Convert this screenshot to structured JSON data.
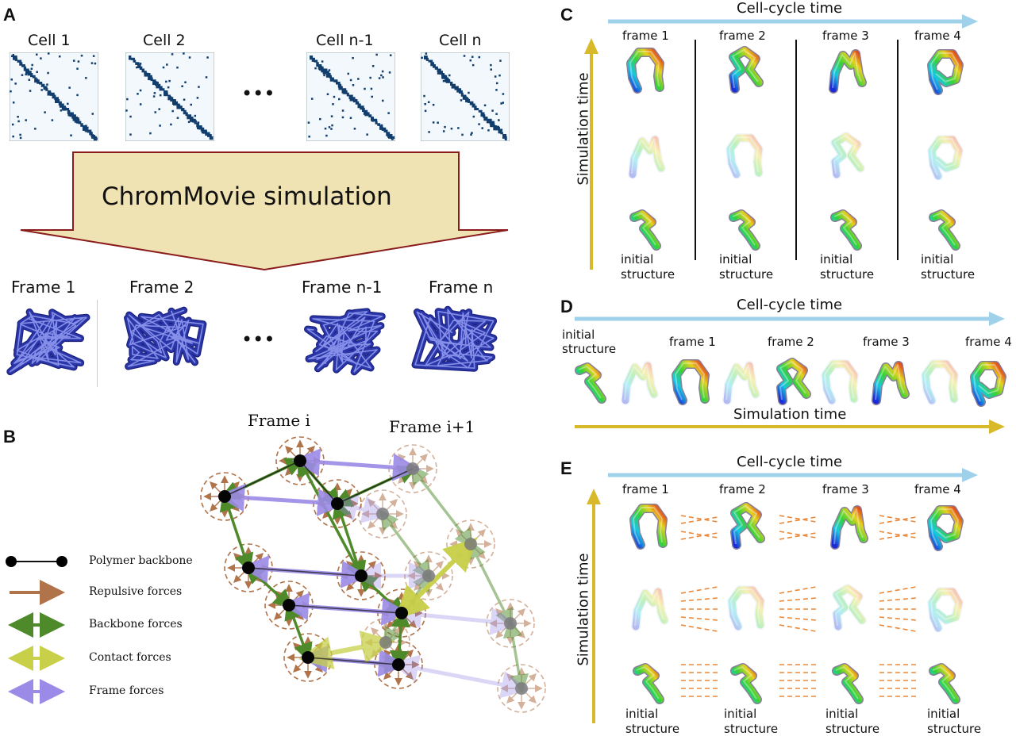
{
  "panels": {
    "a": "A",
    "b": "B",
    "c": "C",
    "d": "D",
    "e": "E"
  },
  "panel_a": {
    "cells": [
      "Cell 1",
      "Cell 2",
      "Cell n-1",
      "Cell n"
    ],
    "ellipsis": "•••",
    "banner": "ChromMovie simulation",
    "frames": [
      "Frame 1",
      "Frame 2",
      "Frame n-1",
      "Frame n"
    ]
  },
  "panel_b": {
    "frame_i": "Frame i",
    "frame_i1": "Frame i+1",
    "legend": [
      "Polymer backbone",
      "Repulsive forces",
      "Backbone forces",
      "Contact forces",
      "Frame forces"
    ]
  },
  "panel_c": {
    "top_axis": "Cell-cycle time",
    "side_axis": "Simulation time",
    "frames": [
      "frame 1",
      "frame 2",
      "frame 3",
      "frame 4"
    ],
    "initial": "initial",
    "structure": "structure"
  },
  "panel_d": {
    "top_axis": "Cell-cycle time",
    "bottom_axis": "Simulation time",
    "initial": "initial",
    "structure": "structure",
    "frames": [
      "frame 1",
      "frame 2",
      "frame 3",
      "frame 4"
    ]
  },
  "panel_e": {
    "top_axis": "Cell-cycle time",
    "side_axis": "Simulation time",
    "frames": [
      "frame 1",
      "frame 2",
      "frame 3",
      "frame 4"
    ],
    "initial": "initial",
    "structure": "structure"
  },
  "colors": {
    "cell_cycle_arrow": "#9fd2ea",
    "simulation_arrow": "#d8b92a",
    "banner_fill": "#efe3b4",
    "banner_stroke": "#8a1c1c",
    "matrix": "#123e6e",
    "polymer": "#2b36a8",
    "repulsive": "#b0734a",
    "backbone": "#4e8a2a",
    "contact": "#c8cf48",
    "frame_force": "#9b8ae6",
    "dash": "#e8883a"
  }
}
